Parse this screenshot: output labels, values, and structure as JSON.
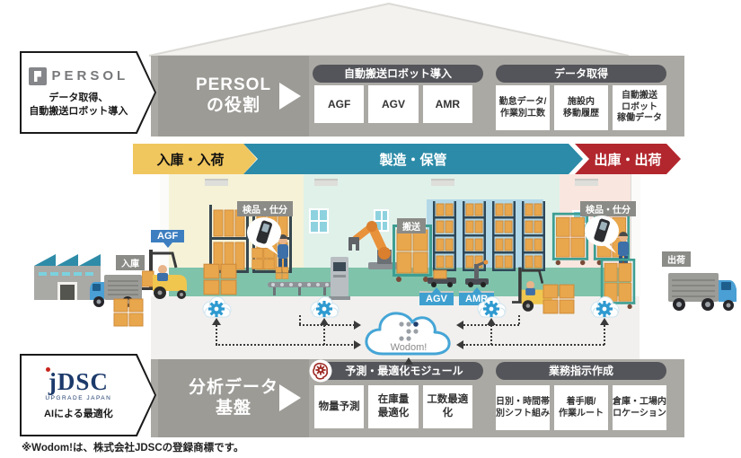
{
  "persol": {
    "brand": "PERSOL",
    "tagline": "データ取得、\n自動搬送ロボット導入",
    "role": "PERSOL\nの役割",
    "robot_group": {
      "header": "自動搬送ロボット導入",
      "items": [
        "AGF",
        "AGV",
        "AMR"
      ]
    },
    "data_group": {
      "header": "データ取得",
      "items": [
        "勤怠データ/\n作業別工数",
        "施設内\n移動履歴",
        "自動搬送\nロボット\n稼働データ"
      ]
    }
  },
  "flow": {
    "inbound": "入庫・入荷",
    "process": "製造・保管",
    "outbound": "出庫・出荷",
    "colors": {
      "inbound": "#F0C65E",
      "process": "#2C8BA8",
      "outbound": "#B2272E"
    }
  },
  "warehouse": {
    "inbound_label": "入庫",
    "outbound_label": "出荷",
    "agf_label": "AGF",
    "agv_label": "AGV",
    "amr_label": "AMR",
    "transport_label": "搬送",
    "inspect_left": "検品・仕分",
    "inspect_right": "検品・仕分",
    "cloud_name": "Wodom!"
  },
  "jdsc": {
    "brand": "jDSC",
    "brand_sub": "UPGRADE JAPAN",
    "tagline": "AIによる最適化",
    "role": "分析データ\n基盤",
    "predict_group": {
      "header": "予測・最適化モジュール",
      "items": [
        "物量予測",
        "在庫量\n最適化",
        "工数最適化"
      ]
    },
    "instruction_group": {
      "header": "業務指示作成",
      "items": [
        "日別・時間帯\n別シフト組み",
        "着手順/\n作業ルート",
        "倉庫・工場内\nロケーション"
      ]
    }
  },
  "footnote": "※Wodom!は、株式会社JDSCの登録商標です。",
  "colors": {
    "band_gray": "#ABA9A4",
    "pill_dark": "#54555A",
    "label_blue": "#3D7EC0",
    "cloud_blue": "#45A5D6",
    "floor_green": "#7FC3AB",
    "box_orange": "#E9A74D"
  }
}
